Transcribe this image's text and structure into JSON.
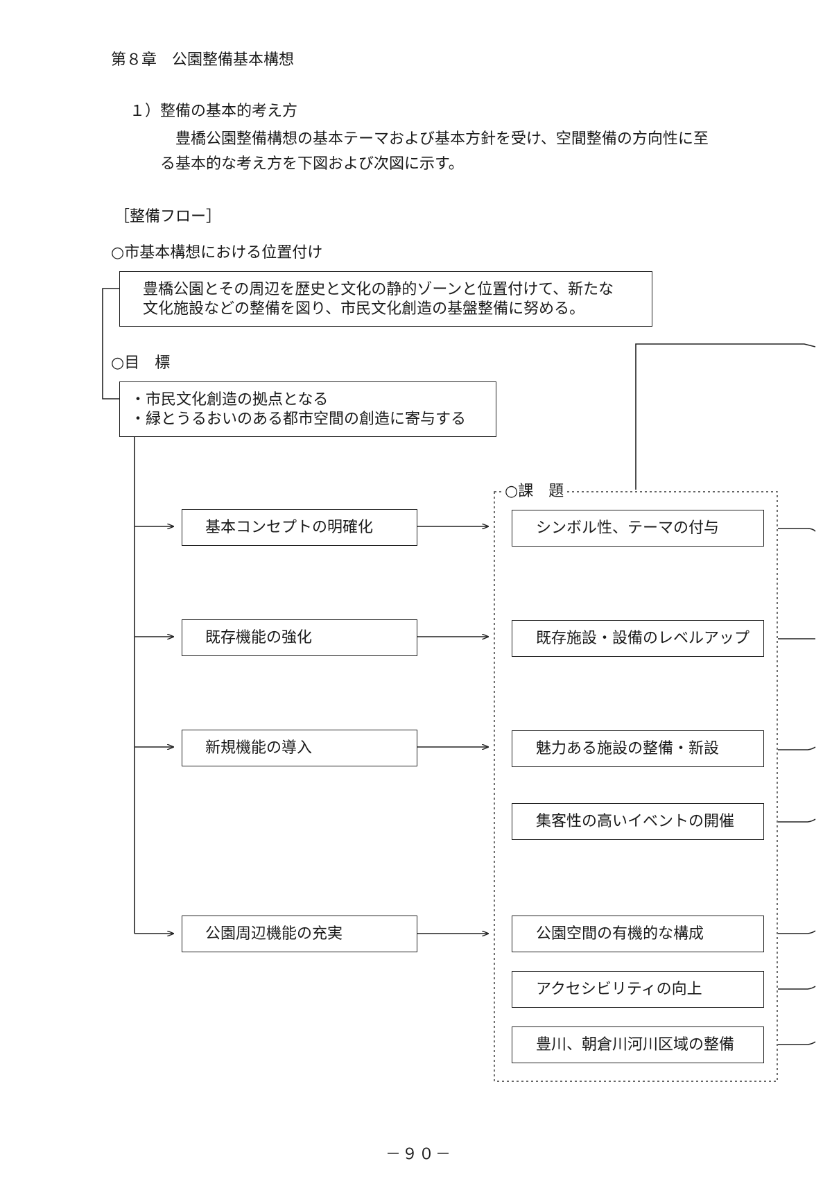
{
  "header": {
    "chapter": "第８章　公園整備基本構想"
  },
  "section": {
    "heading": "１）整備の基本的考え方",
    "body_line1": "豊橋公園整備構想の基本テーマおよび基本方針を受け、空間整備の方向性に至",
    "body_line2": "る基本的な考え方を下図および次図に示す。"
  },
  "flow": {
    "title": "［整備フロー］",
    "positioning_heading": "○市基本構想における位置付け",
    "positioning_line1": "豊橋公園とその周辺を歴史と文化の静的ゾーンと位置付けて、新たな",
    "positioning_line2": "文化施設などの整備を図り、市民文化創造の基盤整備に努める。",
    "goal_heading": "○目　標",
    "goal_line1": "・市民文化創造の拠点となる",
    "goal_line2": "・緑とうるおいのある都市空間の創造に寄与する",
    "actions": [
      "基本コンセプトの明確化",
      "既存機能の強化",
      "新規機能の導入",
      "公園周辺機能の充実"
    ],
    "issues_heading": "○課　題",
    "issues": [
      "シンボル性、テーマの付与",
      "既存施設・設備のレベルアップ",
      "魅力ある施設の整備・新設",
      "集客性の高いイベントの開催",
      "公園空間の有機的な構成",
      "アクセシビリティの向上",
      "豊川、朝倉川河川区域の整備"
    ]
  },
  "footer": {
    "page_number": "－９０－"
  }
}
